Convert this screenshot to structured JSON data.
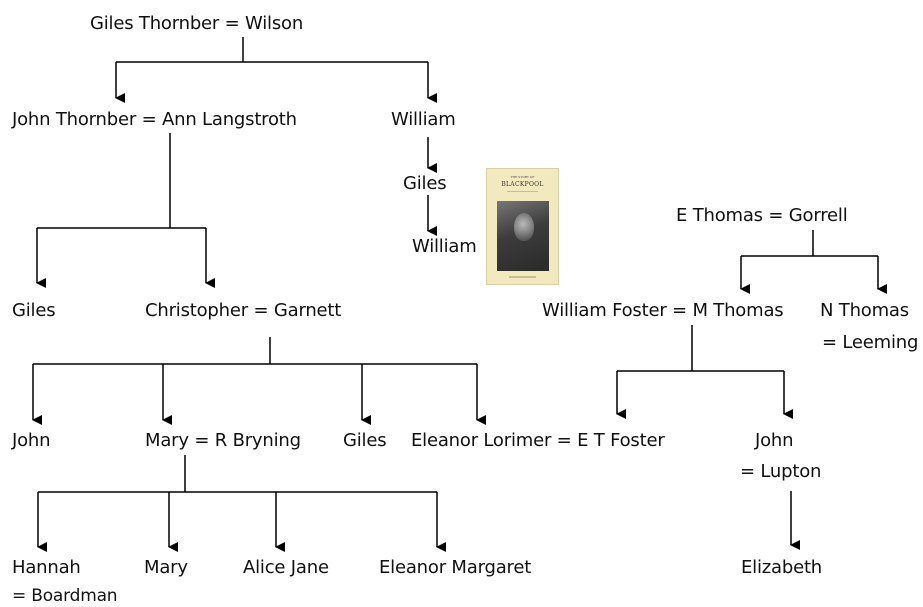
{
  "labels": {
    "giles_wilson": "Giles Thornber = Wilson",
    "john_ann": "John Thornber = Ann Langstroth",
    "william_1": "William",
    "giles_son_of_william": "Giles",
    "william_2": "William",
    "giles_gen3": "Giles",
    "christopher_garnett": "Christopher = Garnett",
    "john_gen4": "John",
    "mary_bryning": "Mary = R Bryning",
    "giles_gen4": "Giles",
    "eleanor_foster": "Eleanor Lorimer = E T Foster",
    "hannah": "Hannah",
    "hannah_spouse": "= Boardman",
    "mary_gen5": "Mary",
    "alice_jane": "Alice Jane",
    "eleanor_margaret": "Eleanor Margaret",
    "e_thomas_gorrell": "E Thomas = Gorrell",
    "william_foster_m_thomas": "William Foster = M Thomas",
    "n_thomas": "N Thomas",
    "n_thomas_spouse": "= Leeming",
    "john_foster": "John",
    "john_foster_spouse": "= Lupton",
    "elizabeth": "Elizabeth"
  },
  "book": {
    "small_text": "THE STORY OF",
    "title": "BLACKPOOL"
  },
  "colors": {
    "line": "#000000",
    "text": "#111111",
    "book_cover": "#f3e9bf"
  }
}
